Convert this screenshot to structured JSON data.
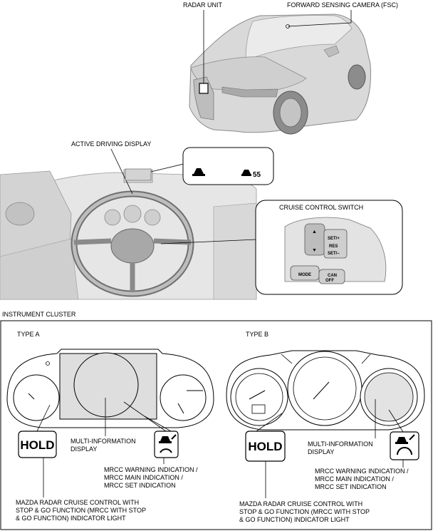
{
  "car_section": {
    "radar_unit_label": "RADAR UNIT",
    "fsc_label": "FORWARD SENSING CAMERA (FSC)"
  },
  "dashboard_section": {
    "active_driving_display_label": "ACTIVE DRIVING DISPLAY",
    "add_readout_value": "55",
    "cruise_control_switch_label": "CRUISE CONTROL SWITCH",
    "switch_labels": {
      "set_plus": "SET/+",
      "res": "RES",
      "set_minus": "SET/–",
      "mode": "MODE",
      "can": "CAN",
      "off": "OFF"
    }
  },
  "instrument_cluster": {
    "title": "INSTRUMENT CLUSTER",
    "type_a": {
      "label": "TYPE A",
      "hold_text": "HOLD",
      "multi_info_line1": "MULTI-INFORMATION",
      "multi_info_line2": "DISPLAY",
      "mrcc_line1": "MRCC WARNING INDICATION /",
      "mrcc_line2": "MRCC MAIN INDICATION /",
      "mrcc_line3": "MRCC SET INDICATION",
      "hold_desc_line1": "MAZDA RADAR CRUISE CONTROL WITH",
      "hold_desc_line2": "STOP & GO FUNCTION (MRCC WITH STOP",
      "hold_desc_line3": "& GO FUNCTION) INDICATOR LIGHT"
    },
    "type_b": {
      "label": "TYPE B",
      "hold_text": "HOLD",
      "multi_info_line1": "MULTI-INFORMATION",
      "multi_info_line2": "DISPLAY",
      "mrcc_line1": "MRCC WARNING INDICATION /",
      "mrcc_line2": "MRCC MAIN INDICATION /",
      "mrcc_line3": "MRCC SET INDICATION",
      "hold_desc_line1": "MAZDA RADAR CRUISE CONTROL WITH",
      "hold_desc_line2": "STOP & GO FUNCTION (MRCC WITH STOP",
      "hold_desc_line3": "& GO FUNCTION) INDICATOR LIGHT"
    }
  },
  "icons": {
    "radar_unit": "radar-unit-icon",
    "fsc": "camera-icon",
    "vehicle_ahead": "vehicle-ahead-icon",
    "mrcc": "mrcc-indicator-icon"
  }
}
